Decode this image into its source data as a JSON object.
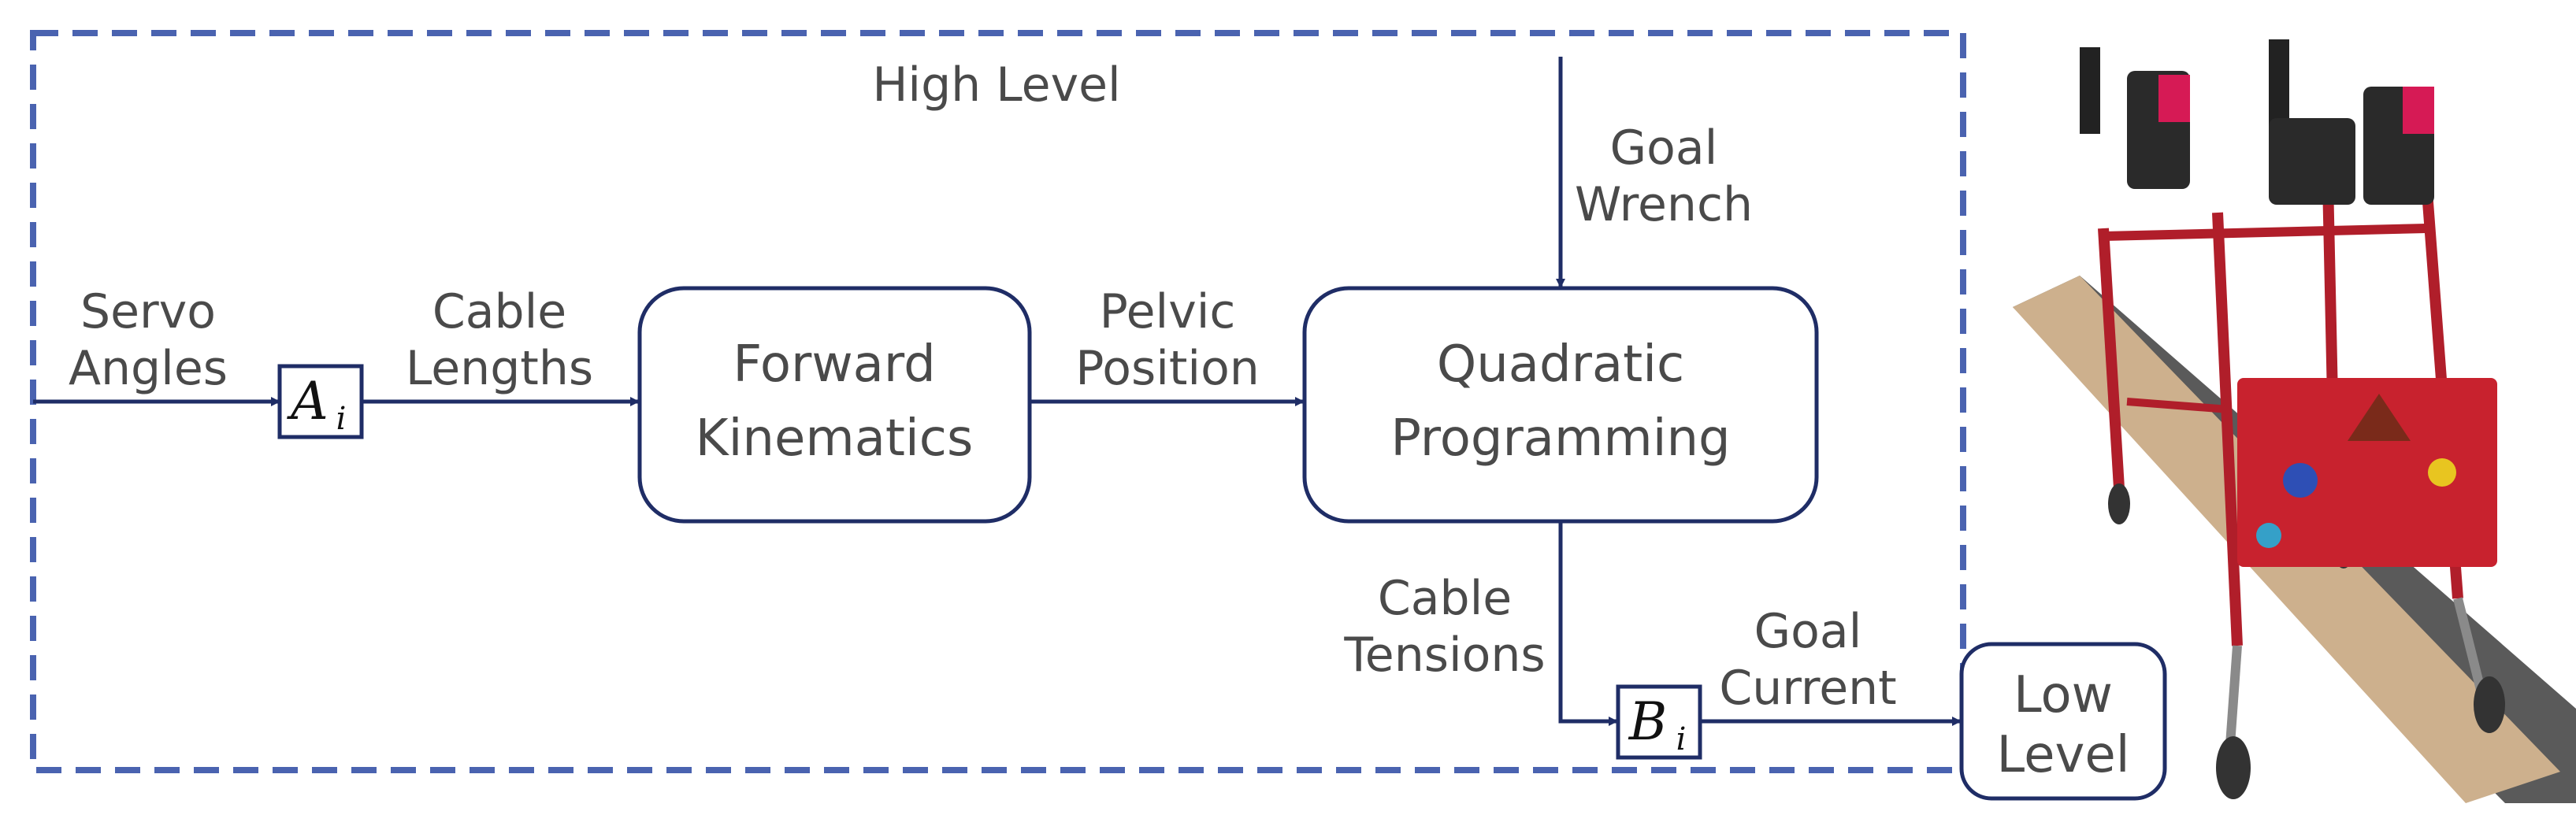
{
  "colors": {
    "navy": "#1f2d66",
    "dashed": "#4a63b0",
    "text": "#4a4a4a"
  },
  "diagram": {
    "high_level_label": "High Level",
    "servo_label": [
      "Servo",
      "Angles"
    ],
    "cable_lengths_label": [
      "Cable",
      "Lengths"
    ],
    "pelvic_label": [
      "Pelvic",
      "Position"
    ],
    "goal_wrench_label": [
      "Goal",
      "Wrench"
    ],
    "cable_tensions_label": [
      "Cable",
      "Tensions"
    ],
    "goal_current_label": [
      "Goal",
      "Current"
    ],
    "ai_block": {
      "symbol": "A",
      "subscript": "i"
    },
    "bi_block": {
      "symbol": "B",
      "subscript": "i"
    },
    "forward_kinematics": [
      "Forward",
      "Kinematics"
    ],
    "quadratic_programming": [
      "Quadratic",
      "Programming"
    ],
    "low_level": [
      "Low",
      "Level"
    ]
  },
  "photo": {
    "description_icon": "walker-robot-photo"
  }
}
